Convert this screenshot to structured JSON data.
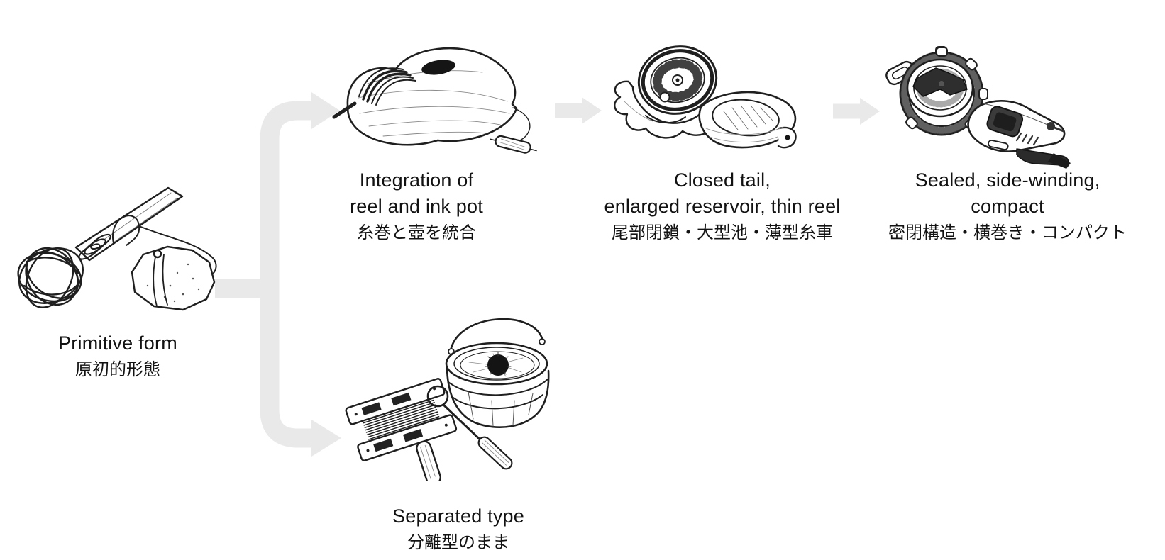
{
  "colors": {
    "background": "#ffffff",
    "connector_gray": "#e9e9e9",
    "ink_black": "#1f1f1f",
    "text": "#121212"
  },
  "stages": {
    "primitive": {
      "en": "Primitive form",
      "ja": "原初的形態"
    },
    "integration": {
      "en1": "Integration of",
      "en2": "reel and ink pot",
      "ja": "糸巻と壺を統合"
    },
    "closed_tail": {
      "en1": "Closed tail,",
      "en2": "enlarged reservoir, thin reel",
      "ja": "尾部閉鎖・大型池・薄型糸車"
    },
    "sealed": {
      "en1": "Sealed, side-winding,",
      "en2": "compact",
      "ja": "密閉構造・横巻き・コンパクト"
    },
    "separated": {
      "en": "Separated type",
      "ja": "分離型のまま"
    }
  },
  "flow": {
    "root": "primitive",
    "upper_branch": [
      "integration",
      "closed_tail",
      "sealed"
    ],
    "lower_branch": [
      "separated"
    ]
  },
  "illustrations": {
    "primitive": "stick-wrapped-with-twine-and-stone-weight-illustration",
    "integration": "wooden-sumitsubo-with-reel-and-ink-pot-illustration",
    "closed_tail": "carved-sumitsubo-large-wheel-open-reservoir-illustration",
    "sealed": "modern-sealed-chalk-line-reel-illustration",
    "separated": "separate-thread-reel-needle-and-ink-bucket-illustration"
  }
}
